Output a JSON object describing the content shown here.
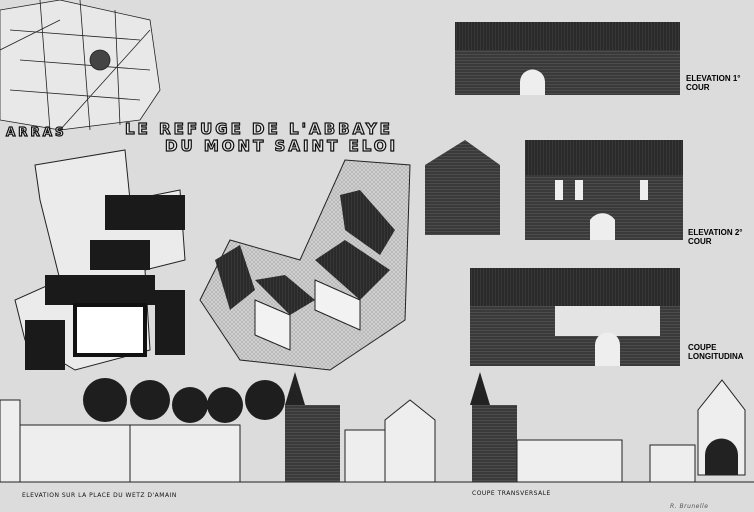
{
  "title": {
    "city": "ARRAS",
    "line1": "LE REFUGE DE L'ABBAYE",
    "line2": "DU MONT SAINT ELOI"
  },
  "labels": {
    "elevation_court_1": "ELEVATION 1° COUR",
    "elevation_court_2": "ELEVATION 2° COUR",
    "longitudinal_section": "COUPE LONGITUDINA",
    "street_elevation": "ELEVATION SUR LA PLACE DU WETZ D'AMAIN",
    "transverse_section": "COUPE TRANSVERSALE",
    "signature": "R. Brunelle"
  },
  "colors": {
    "paper": "#dcdcdc",
    "ink": "#1a1a1a",
    "brick": "#3a3a3a"
  }
}
